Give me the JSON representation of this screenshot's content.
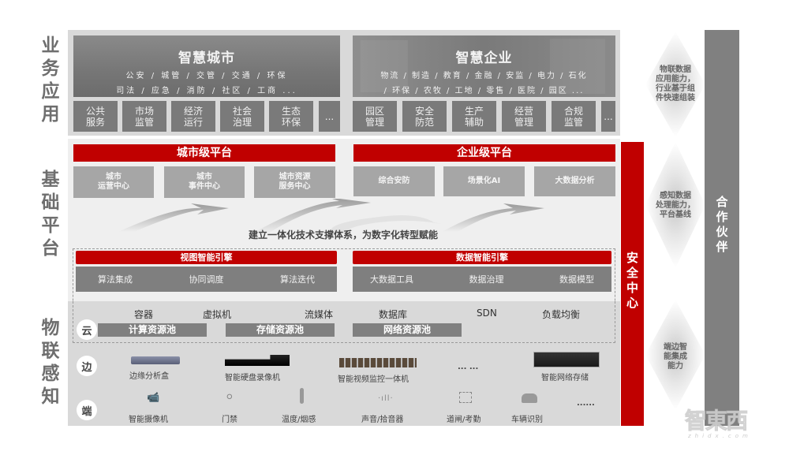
{
  "layers": {
    "business": "业\n务\n应\n用",
    "platform": "基\n础\n平\n台",
    "iot": "物\n联\n感\n知"
  },
  "business": {
    "smart_city": {
      "title": "智慧城市",
      "sub1": "公安 / 城管 / 交管 / 交通 / 环保",
      "sub2": "司法 / 应急 / 消防 / 社区 / 工商 ...",
      "buttons": [
        "公共\n服务",
        "市场\n监管",
        "经济\n运行",
        "社会\n治理",
        "生态\n环保",
        "..."
      ]
    },
    "smart_enterprise": {
      "title": "智慧企业",
      "sub1": "物流 / 制造 / 教育 / 金融 / 安监 / 电力 / 石化",
      "sub2": "/ 环保 / 农牧 / 工地 / 零售 / 医院 / 园区 ...",
      "buttons": [
        "园区\n管理",
        "安全\n防范",
        "生产\n辅助",
        "经营\n管理",
        "合规\n监管",
        "..."
      ]
    }
  },
  "platform": {
    "city": {
      "title": "城市级平台",
      "tiles": [
        "城市\n运营中心",
        "城市\n事件中心",
        "城市资源\n服务中心"
      ]
    },
    "enterprise": {
      "title": "企业级平台",
      "tiles": [
        "综合安防",
        "场景化AI",
        "大数据分析"
      ]
    },
    "tagline": "建立一体化技术支撑体系，为数字化转型赋能",
    "video_engine": {
      "title": "视图智能引擎",
      "items": [
        "算法集成",
        "协同调度",
        "算法迭代"
      ]
    },
    "data_engine": {
      "title": "数据智能引擎",
      "items": [
        "大数据工具",
        "数据治理",
        "数据模型"
      ]
    }
  },
  "iot": {
    "cloud": {
      "label": "云",
      "groups": [
        {
          "pool": "计算资源池",
          "items": [
            "容器",
            "虚拟机"
          ]
        },
        {
          "pool": "存储资源池",
          "items": [
            "流媒体",
            "数据库"
          ]
        },
        {
          "pool": "网络资源池",
          "items": [
            "SDN",
            "负载均衡"
          ]
        }
      ]
    },
    "edge": {
      "label": "边",
      "devices": [
        "边缘分析盒",
        "智能硬盘录像机",
        "智能视频监控一体机",
        "... ...",
        "智能网络存储"
      ]
    },
    "end": {
      "label": "端",
      "devices": [
        "智能摄像机",
        "门禁",
        "温度/烟感",
        "声音/拾音器",
        "道闸/考勤",
        "车辆识别",
        "......"
      ]
    }
  },
  "security_center": "安\n全\n中\n心",
  "partners": "合\n作\n伙\n伴",
  "notes": {
    "business": "物联数据\n应用能力，\n行业基于组\n件快速组装",
    "platform": "感知数据\n处理能力，\n平台基线",
    "iot": "端边智\n能集成\n能力"
  },
  "watermark": {
    "text": "智東西",
    "sub": "zhidx.com"
  },
  "colors": {
    "red": "#c00000",
    "dark_gray": "#7f7f7f",
    "mid_gray": "#a6a6a6",
    "light_gray": "#d9d9d9"
  }
}
